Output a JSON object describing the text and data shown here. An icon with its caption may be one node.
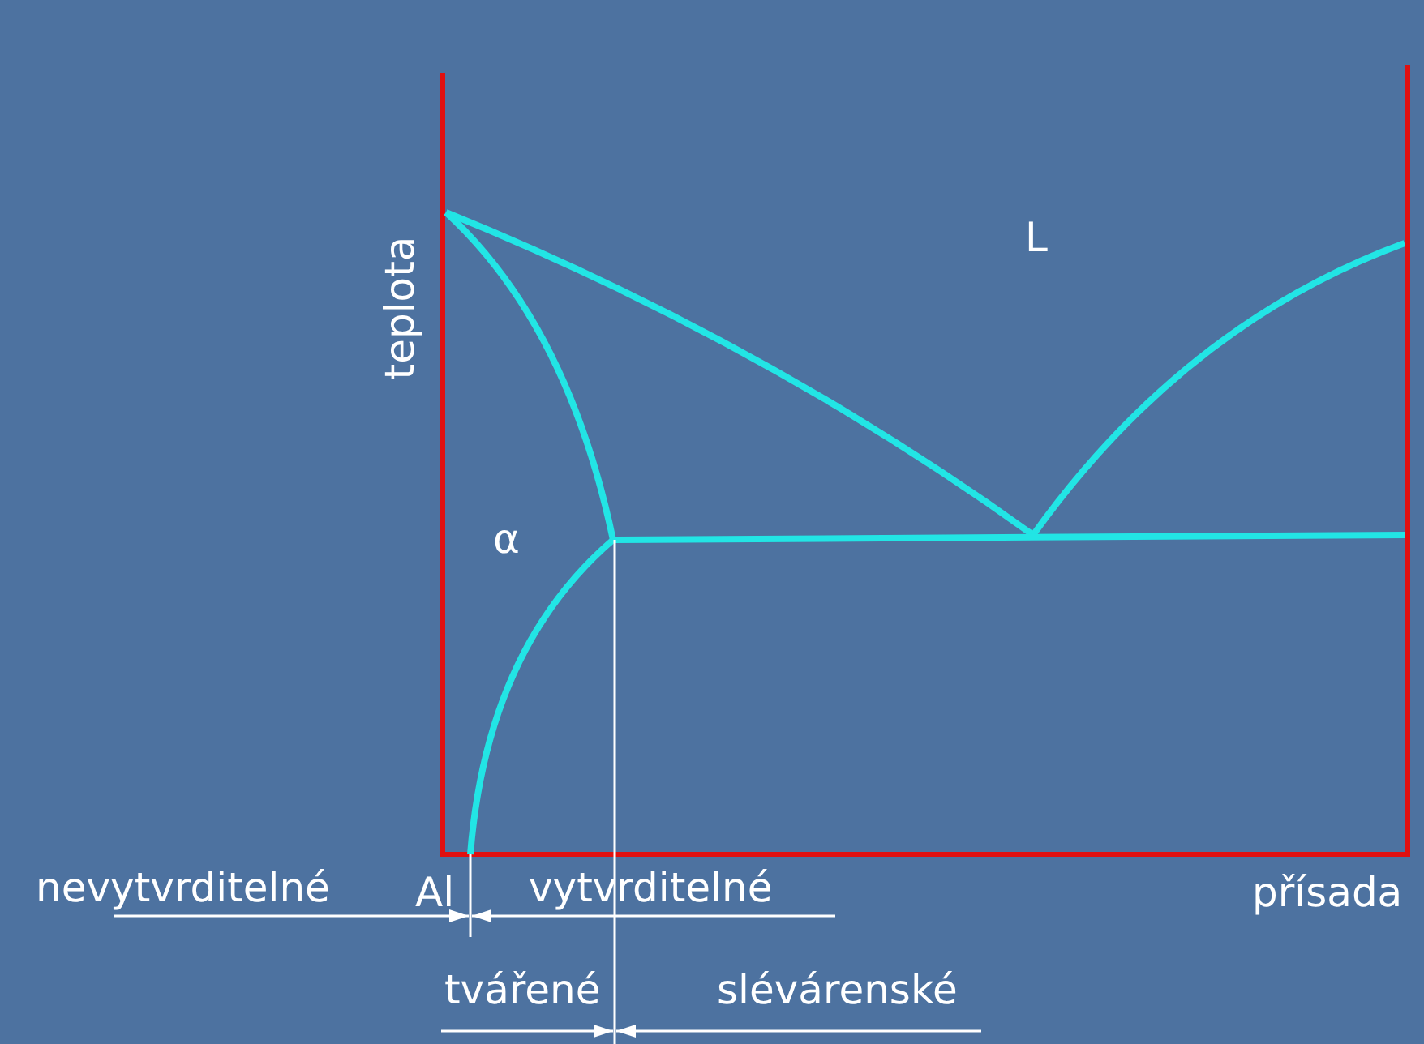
{
  "diagram": {
    "labels": [
      "teplota",
      "L",
      "α",
      "nevytvrditelné",
      "Al",
      "vytvrditelné",
      "přísada",
      "tvářené",
      "slévárenské"
    ]
  }
}
